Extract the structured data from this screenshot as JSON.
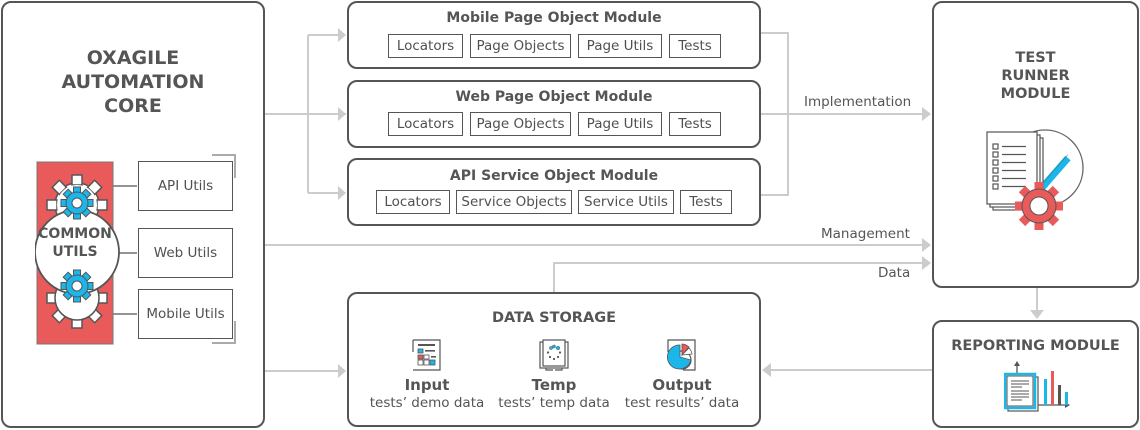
{
  "core": {
    "title_lines": [
      "OXAGILE",
      "AUTOMATION",
      "CORE"
    ],
    "common_utils": {
      "label_lines": [
        "COMMON",
        "UTILS"
      ],
      "accent": "#e95b5b",
      "gear_color": "#1bb7ea"
    },
    "utils": [
      {
        "label": "API Utils"
      },
      {
        "label": "Web Utils"
      },
      {
        "label": "Mobile Utils"
      }
    ]
  },
  "modules": [
    {
      "title": "Mobile Page Object Module",
      "chips": [
        "Locators",
        "Page Objects",
        "Page Utils",
        "Tests"
      ]
    },
    {
      "title": "Web Page Object Module",
      "chips": [
        "Locators",
        "Page Objects",
        "Page Utils",
        "Tests"
      ]
    },
    {
      "title": "API Service Object Module",
      "chips": [
        "Locators",
        "Service Objects",
        "Service Utils",
        "Tests"
      ]
    }
  ],
  "connectors": {
    "implementation": "Implementation",
    "management": "Management",
    "data": "Data"
  },
  "test_runner": {
    "title_lines": [
      "TEST",
      "RUNNER",
      "MODULE"
    ],
    "icon": "checklist-gear-icon"
  },
  "reporting": {
    "title": "REPORTING MODULE",
    "icon": "report-chart-icon"
  },
  "data_storage": {
    "title": "DATA STORAGE",
    "items": [
      {
        "name": "Input",
        "desc": "tests’ demo data",
        "icon": "table-doc-icon"
      },
      {
        "name": "Temp",
        "desc": "tests’ temp data",
        "icon": "loading-doc-icon"
      },
      {
        "name": "Output",
        "desc": "test results’ data",
        "icon": "pie-doc-icon"
      }
    ]
  },
  "colors": {
    "border": "#555555",
    "connector": "#cccccc",
    "red": "#e95b5b",
    "blue": "#1bb7ea"
  }
}
